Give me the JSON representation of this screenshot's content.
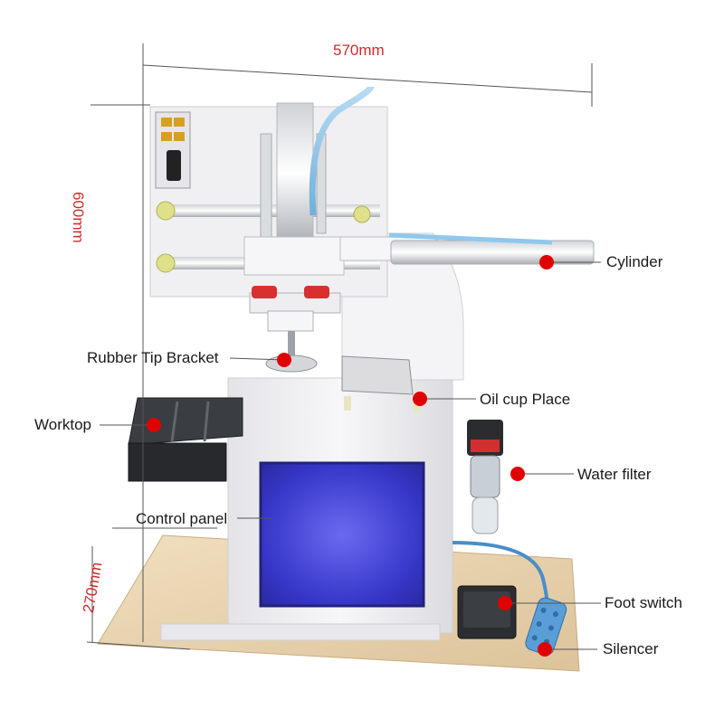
{
  "dimensions": {
    "width": "570mm",
    "height": "600mm",
    "depth": "270mm"
  },
  "callouts": {
    "cylinder": "Cylinder",
    "rubber_tip_bracket": "Rubber Tip Bracket",
    "oil_cup_place": "Oil cup Place",
    "worktop": "Worktop",
    "water_filter": "Water filter",
    "control_panel": "Control panel",
    "foot_switch": "Foot switch",
    "silencer": "Silencer"
  },
  "colors": {
    "dimension_text": "#d22b2b",
    "marker": "#e00000",
    "leader_line": "#555555",
    "panel_glow": "#3b3bd6",
    "wood_base": "#e8d2ad",
    "machine_body": "#f2f2f4",
    "tube": "#8fc8ec"
  }
}
